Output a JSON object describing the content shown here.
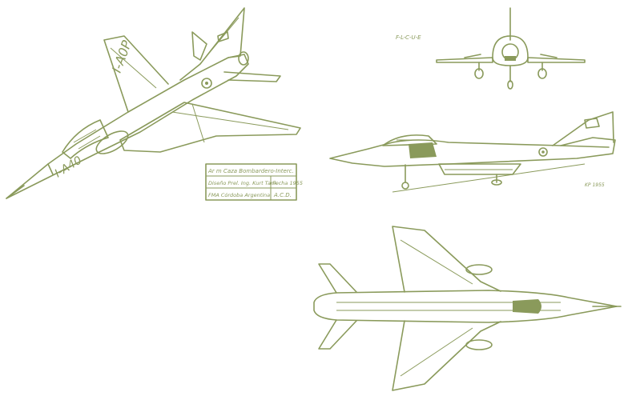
{
  "colors": {
    "ink": "#8a9a5b",
    "paper": "#ffffff"
  },
  "views": {
    "perspective": {
      "nose_marking": "I-A40",
      "tail_marking": "I-A0P"
    },
    "front": {
      "caption": "F-L-C-U-E"
    },
    "side": {
      "signature": "KP 1955"
    }
  },
  "title_block": {
    "line1": "Ar m Caza Bombardero-Interc.",
    "line2_left": "Diseño Prel. Ing. Kurt Tank",
    "line2_right": "Fecha 1955",
    "line3_left": "FMA Córdoba Argentina",
    "line3_right": "A.C.D."
  }
}
